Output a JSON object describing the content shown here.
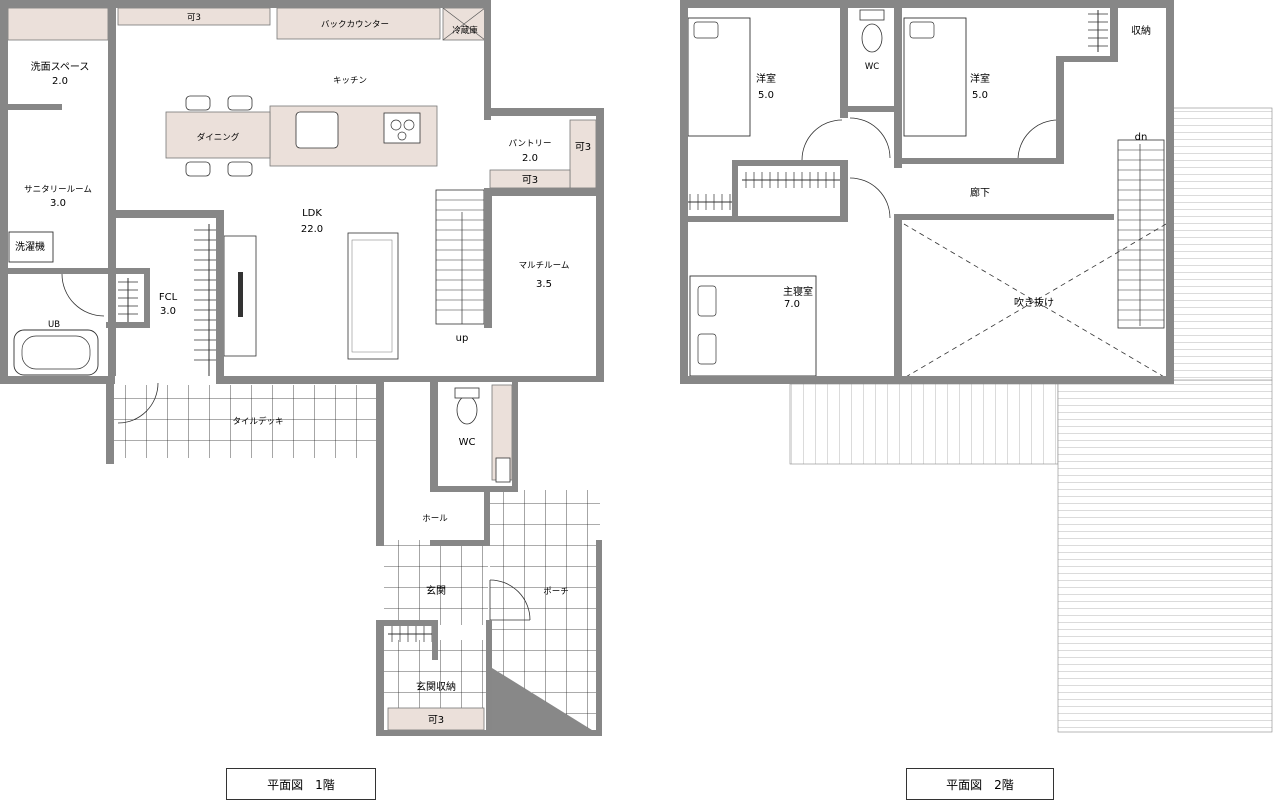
{
  "floor1": {
    "caption": "平面図　1階",
    "rooms": {
      "senmen": "洗面スペース",
      "senmen_size": "2.0",
      "kitchen": "キッチン",
      "back_counter": "バックカウンター",
      "fridge": "冷蔵庫",
      "ka3_top": "可3",
      "dining": "ダイニング",
      "sanitary": "サニタリールーム",
      "sanitary_size": "3.0",
      "washer": "洗濯機",
      "ub": "UB",
      "fcl": "FCL",
      "fcl_size": "3.0",
      "ldk": "LDK",
      "ldk_size": "22.0",
      "pantry": "パントリー",
      "pantry_size": "2.0",
      "ka3_pantry_right": "可3",
      "ka3_pantry_bottom": "可3",
      "multi": "マルチルーム",
      "multi_size": "3.5",
      "up": "up",
      "tile_deck": "タイルデッキ",
      "wc": "WC",
      "hall": "ホール",
      "genkan": "玄関",
      "porch": "ポーチ",
      "genkan_storage": "玄関収納",
      "ka3_genkan": "可3"
    }
  },
  "floor2": {
    "caption": "平面図　2階",
    "rooms": {
      "youshitsu_a": "洋室",
      "youshitsu_a_size": "5.0",
      "wc": "WC",
      "youshitsu_b": "洋室",
      "youshitsu_b_size": "5.0",
      "storage": "収納",
      "dn": "dn",
      "rouka": "廊下",
      "master": "主寝室",
      "master_size": "7.0",
      "fukinuke": "吹き抜け"
    }
  }
}
